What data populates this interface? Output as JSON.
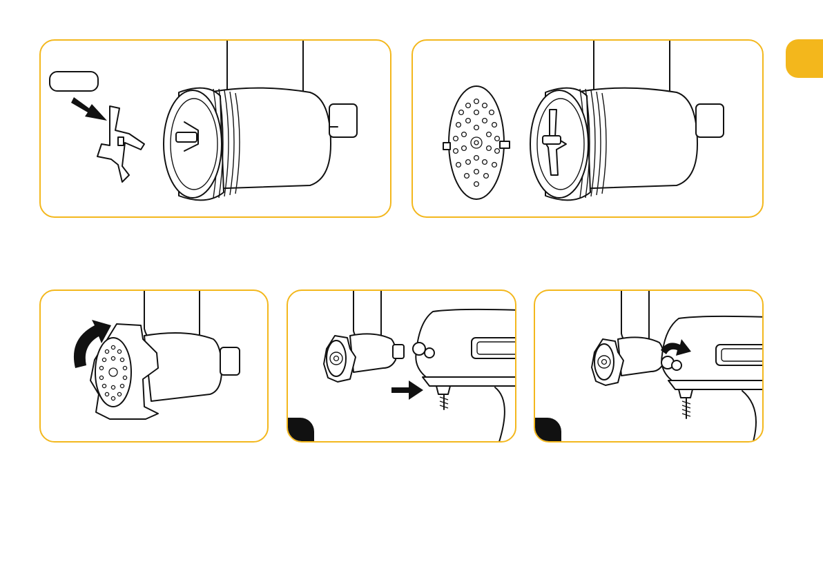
{
  "page": {
    "accent_color": "#f3b71c",
    "side_tab_color": "#f3b71c",
    "step_badge_color": "#111111"
  },
  "panels": [
    {
      "id": "p1",
      "illustration": "blade-onto-grinder-shaft",
      "has_label_pill": true
    },
    {
      "id": "p2",
      "illustration": "grinding-plate-onto-grinder"
    },
    {
      "id": "p3",
      "illustration": "tighten-ring-clockwise"
    },
    {
      "id": "p4",
      "illustration": "insert-grinder-into-mixer-hub",
      "has_step_badge": true
    },
    {
      "id": "p5",
      "illustration": "tighten-attachment-knob",
      "has_step_badge": true
    }
  ],
  "icons": [
    "arrow-right-icon",
    "rotate-clockwise-icon",
    "grinding-plate-icon",
    "blade-icon"
  ]
}
